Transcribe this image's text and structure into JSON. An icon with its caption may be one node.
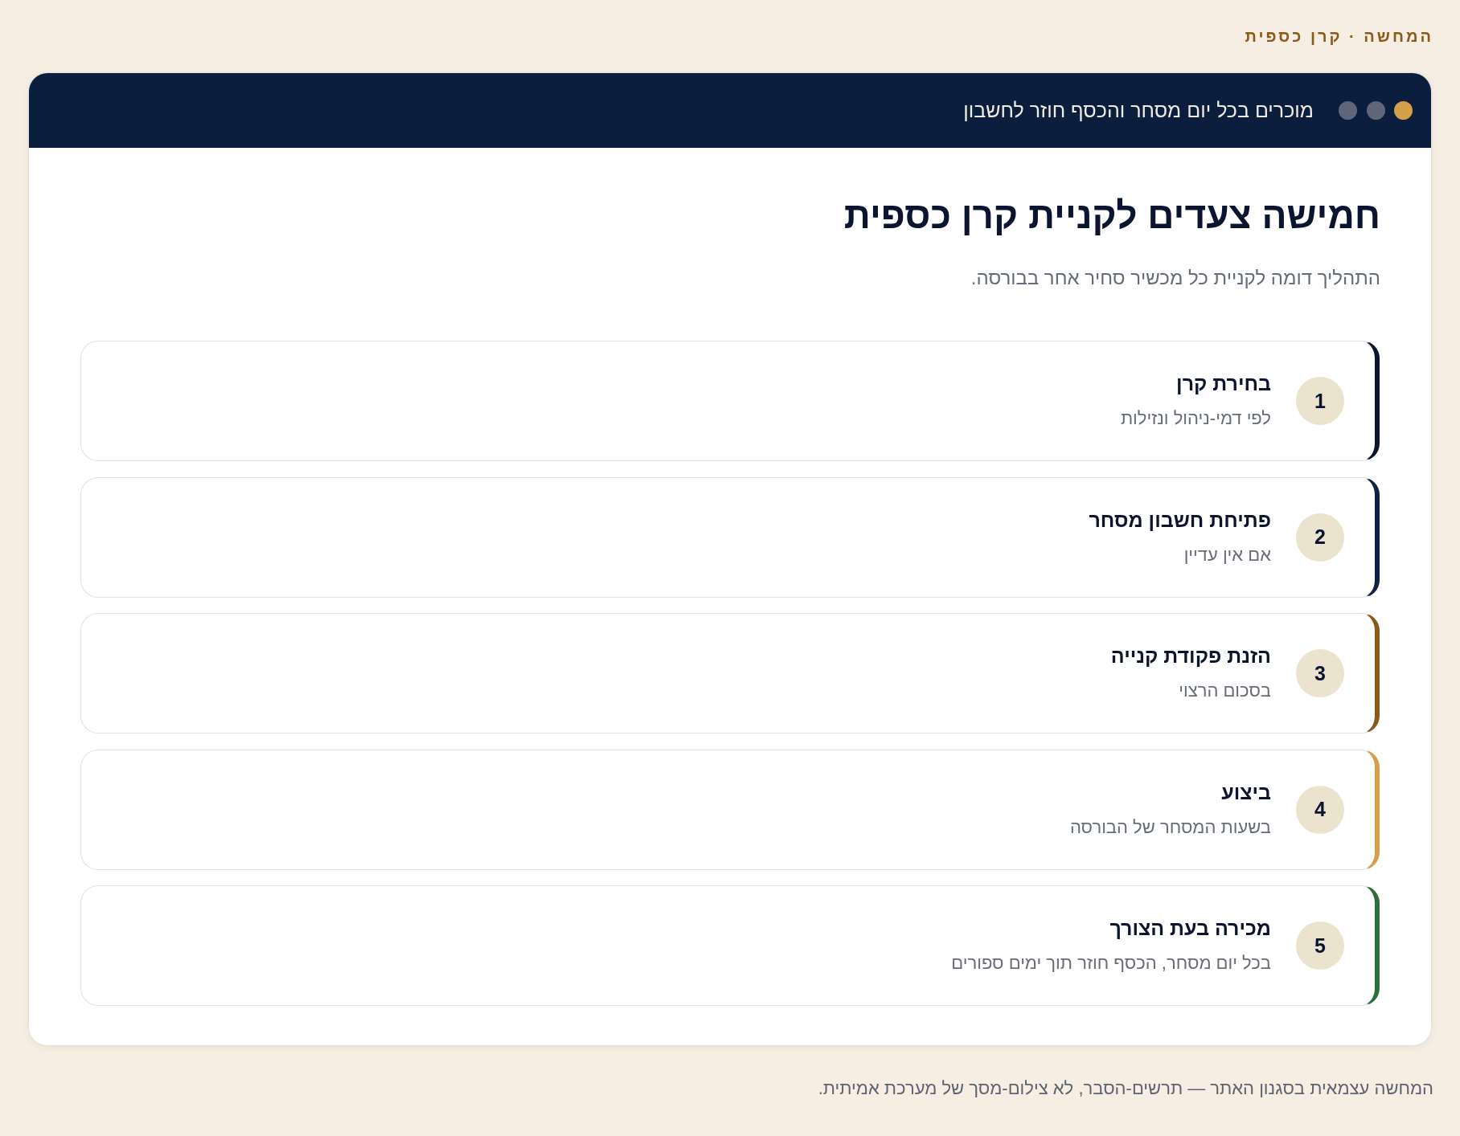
{
  "diagram": {
    "title": "חמישה צעדים לקניית קרן כספית",
    "caption": "המחשה עצמאית בסגנון האתר — תרשים-הסבר, לא צילום-מסך של מערכת אמיתית.",
    "nodes": [
      {
        "text": [],
        "shape": "box"
      },
      {
        "text": [
          "מוכרים בכל יום מסחר והכסף חוזר לחשבון"
        ],
        "in": 0
      },
      {
        "text": [
          "בחירת קרן",
          "לפי דמי-ניהול ונזילות"
        ],
        "in": 0
      },
      {
        "text": [
          "1"
        ],
        "in": 2
      },
      {
        "text": [
          "פתיחת חשבון מסחר",
          "אם אין עדיין"
        ],
        "in": 0
      },
      {
        "text": [
          "2"
        ],
        "in": 4
      },
      {
        "text": [
          "הזנת פקודת קנייה",
          "בסכום הרצוי"
        ],
        "in": 0
      },
      {
        "text": [
          "3"
        ],
        "in": 6
      },
      {
        "text": [
          "ביצוע",
          "בשעות המסחר של הבורסה"
        ],
        "in": 0
      },
      {
        "text": [
          "4"
        ],
        "in": 8
      },
      {
        "text": [
          "מכירה בעת הצורך",
          "בכל יום מסחר, הכסף חוזר תוך ימים ספורים"
        ],
        "in": 0
      },
      {
        "text": [
          "5"
        ],
        "in": 10
      }
    ],
    "labels": [
      "המחשה · קרן כספית",
      "התהליך דומה לקניית כל מכשיר סחיר אחר בבורסה."
    ]
  }
}
